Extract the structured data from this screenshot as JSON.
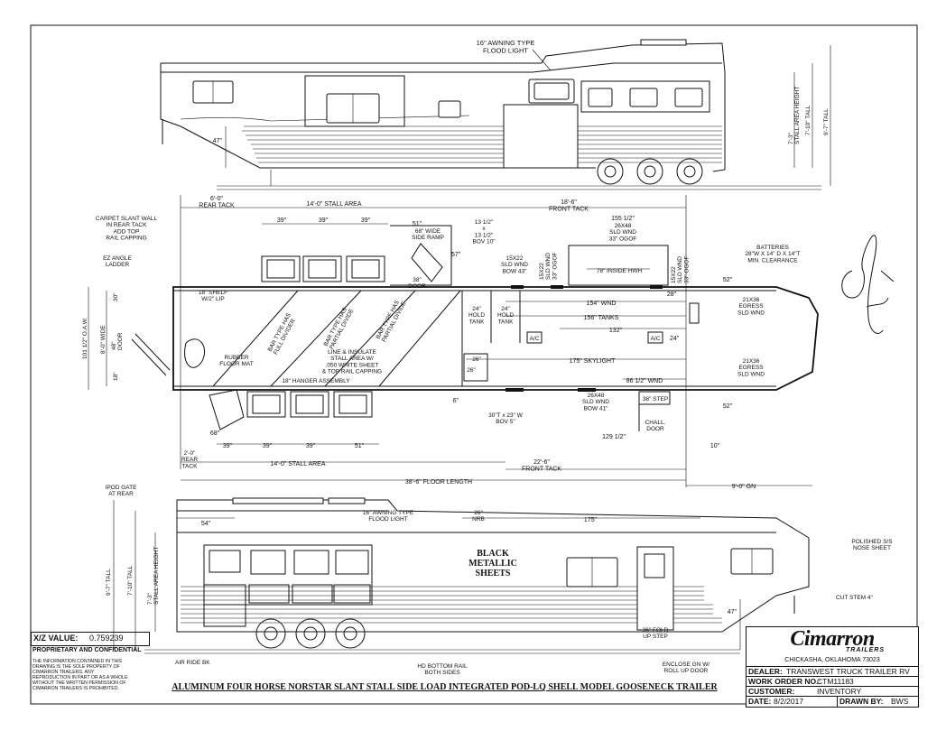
{
  "drawing_title": "ALUMINUM FOUR HORSE NORSTAR SLANT STALL SIDE LOAD INTEGRATED POD-LQ SHELL MODEL GOOSENECK TRAILER",
  "xz_value": {
    "label": "X/Z VALUE:",
    "value": "0.759239"
  },
  "proprietary": {
    "heading": "PROPRIETARY AND CONFIDENTIAL",
    "lines": [
      "THE INFORMATION CONTAINED IN THIS",
      "DRAWING IS THE SOLE PROPERTY OF",
      "CIMARRON TRAILERS.  ANY",
      "REPRODUCTION IN PART OR AS A WHOLE",
      "WITHOUT THE WRITTEN PERMISSION OF",
      "CIMARRON TRAILERS IS PROHIBITED."
    ]
  },
  "title_block": {
    "logo": "Cimarron",
    "logo_sub": "TRAILERS",
    "address": "CHICKASHA, OKLAHOMA 73023",
    "dealer_label": "DEALER:",
    "dealer": "TRANSWEST TRUCK TRAILER RV",
    "work_order_label": "WORK ORDER NO.:",
    "work_order": "CTM11183",
    "customer_label": "CUSTOMER:",
    "customer": "INVENTORY",
    "date_label": "DATE:",
    "date": "8/2/2017",
    "drawn_by_label": "DRAWN BY:",
    "drawn_by": "BWS"
  },
  "top_elevation": {
    "awning": "16\" AWNING TYPE\nFLOOD LIGHT",
    "h47": "47\"",
    "stall_height": "7'-3\"\nSTALL AREA HEIGHT",
    "h710": "7'-10\" TALL",
    "h97": "9'-7\" TALL"
  },
  "plan": {
    "rear_tack_top": "6'-0\"\nREAR TACK",
    "stall_area_top": "14'-0\" STALL AREA",
    "front_tack_top": "18'-6\"\nFRONT TACK",
    "d155": "155 1/2\"",
    "carpet": "CARPET SLANT WALL\nIN REAR TACK\nADD TOP\nRAIL CAPPING",
    "ez_ladder": "EZ ANGLE\nLADDER",
    "d39a": "39\"",
    "d39b": "39\"",
    "d39c": "39\"",
    "d51": "51\"",
    "side_ramp": "68\" WIDE\nSIDE RAMP",
    "d57": "57\"",
    "d38door": "38\"\nDOOR",
    "d13": "13 1/2\"\nx\n13 1/2\"\nBOV 10\"",
    "sld43": "15X22\nSLD WND\nBOW 43\"",
    "sld33a": "15X22\nSLD WND\n33\" OGOF",
    "hwh_win": "26X48\nSLD WND\n33\" OGOF",
    "hwh": "78\" INSIDE HWH",
    "sld33b": "15X22\nSLD WND\n33\" OGOF",
    "batteries": "BATTERIES\n28\"W X 14\" D X 14\"T\nMIN. CLEARANCE",
    "d52a": "52\"",
    "d28": "28\"",
    "shelf": "18\" SHELF\nW/2\" LIP",
    "d30": "30\"",
    "oaw": "101 1/2\" O.A.W.",
    "w8": "8'-0\" WIDE",
    "d48door": "48\"\nDOOR",
    "d18": "18\"",
    "div_full": "BAR TYPE HAS\nFULL DIVIDER",
    "div_p1": "BAR TYPE HAS\nPARTIAL DIVIDE",
    "div_p2": "BAR TYPE HAS\nPARTIAL DIVIDE",
    "rubber": "RUBBER\nFLOOR MAT",
    "insulate": "LINE & INSULATE\nSTALL AREA W/\n.050 WHITE SHEET\n& TOP RAIL CAPPING",
    "hanger": "18\" HANGER ASSEMBLY",
    "tank24a": "24\"\nHOLD\nTANK",
    "tank24b": "24\"\nHOLD\nTANK",
    "wnd154": "154\" WND",
    "tanks156": "156\" TANKS",
    "d132": "132\"",
    "ac1": "A/C",
    "ac2": "A/C",
    "d24r": "24\"",
    "skylight": "175\" SKYLIGHT",
    "d26a": "26\"",
    "d26b": "26\"",
    "wnd86": "86 1/2\" WND",
    "egress1": "21X36\nEGRESS\nSLD WND",
    "egress2": "21X36\nEGRESS\nSLD WND",
    "d6": "6\"",
    "sld41": "26X48\nSLD WND\nBOW 41\"",
    "step": "36\" STEP",
    "d30x23": "30\"T x 23\" W\nBOV 5\"",
    "chall": "CHALL.\nDOOR",
    "d52b": "52\"",
    "d68": "68\"",
    "b39a": "39\"",
    "b39b": "39\"",
    "b39c": "39\"",
    "b51": "51\"",
    "d1292": "129 1/2\"",
    "d10": "10\"",
    "rear_tack_bot": "2'-0\"\nREAR\nTACK",
    "stall_area_bot": "14'-0\" STALL AREA",
    "front_tack_bot": "22'-6\"\nFRONT TACK",
    "floor_length": "38'-6\" FLOOR LENGTH",
    "gn": "9'-0\" GN"
  },
  "bottom_elevation": {
    "ipod": "IPOD GATE\nAT REAR",
    "awning": "16\" AWNING TYPE\nFLOOD LIGHT",
    "d54": "54\"",
    "nrb": "26\"\nNRB",
    "d175": "175\"",
    "black": "BLACK\nMETALLIC\nSHEETS",
    "nose": "POLISHED S/S\nNOSE SHEET",
    "h97": "9'-7\" TALL",
    "h710": "7'-10\" TALL",
    "h73": "7'-3\"\nSTALL AREA HEIGHT",
    "cut_stem": "CUT STEM 4\"",
    "h47": "47\"",
    "fold_step": "36\" FOLD\nUP STEP",
    "air_ride": "AIR RIDE BK",
    "bottom_rail": "HD BOTTOM RAIL\nBOTH SIDES",
    "enclose": "ENCLOSE GN W/\nROLL UP DOOR"
  }
}
